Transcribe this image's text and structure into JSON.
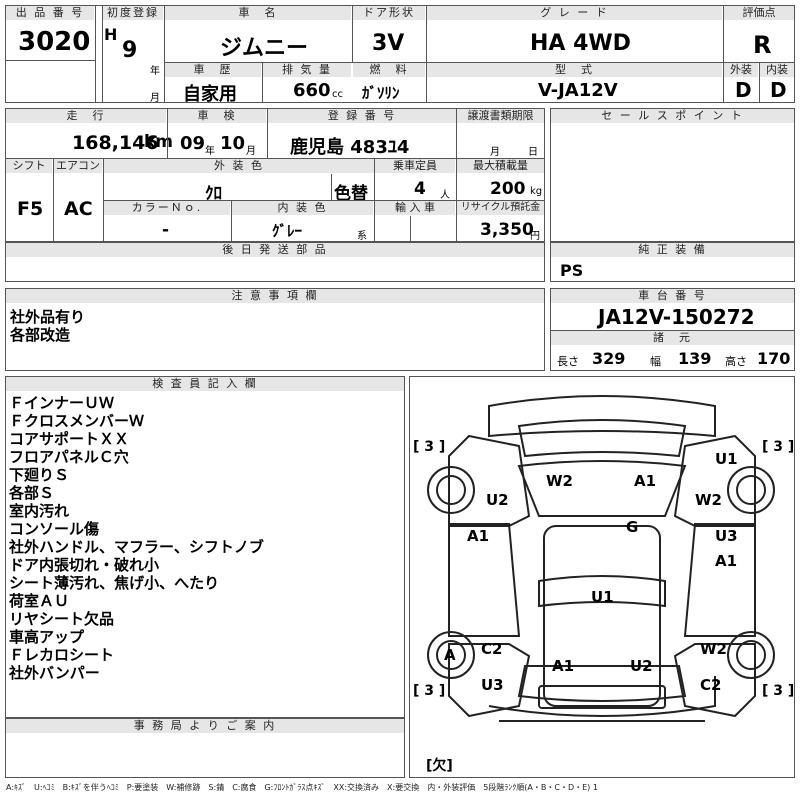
{
  "header": {
    "lot_label": "出 品 番 号",
    "lot": "3020",
    "first_reg_label": "初度登録",
    "era": "H",
    "year": "9",
    "year_unit": "年",
    "month_unit": "月",
    "car_name_label": "車　名",
    "car_name": "ジムニー",
    "door_label": "ドア形状",
    "door": "3V",
    "grade_label": "グ レ ー ド",
    "grade": "HA 4WD",
    "score_label": "評価点",
    "score": "R",
    "history_label": "車　歴",
    "history": "自家用",
    "displacement_label": "排 気 量",
    "displacement": "660",
    "displacement_unit": "cc",
    "fuel_label": "燃　料",
    "fuel": "ｶﾞｿﾘﾝ",
    "model_label": "型　式",
    "model": "V-JA12V",
    "ext_label": "外装",
    "ext": "D",
    "int_label": "内装",
    "int": "D"
  },
  "row2": {
    "mileage_label": "走　行",
    "mileage": "168,146",
    "mileage_unit": "km",
    "inspection_label": "車　検",
    "insp_year": "09",
    "insp_year_unit": "年",
    "insp_month": "10",
    "insp_month_unit": "月",
    "plate_label": "登 録 番 号",
    "plate": "鹿児島 483ﾕ4",
    "transfer_label": "譲渡書類期限",
    "transfer_month": "月",
    "transfer_day": "日",
    "shift_label": "シフト",
    "shift": "F5",
    "ac_label": "エアコン",
    "ac": "AC",
    "ext_color_label": "外 装 色",
    "ext_color": "ｸﾛ",
    "repaint": "色替",
    "capacity_label": "乗車定員",
    "capacity": "4",
    "capacity_unit": "人",
    "load_label": "最大積載量",
    "load": "200",
    "load_unit": "kg",
    "color_no_label": "カラーＮｏ.",
    "color_no": "-",
    "int_color_label": "内 装 色",
    "int_color": "ｸﾞﾚｰ",
    "int_color_unit": "系",
    "import_label": "輸 入 車",
    "recycle_label": "リサイクル預託金",
    "recycle": "3,350",
    "recycle_unit": "円"
  },
  "sales_point_label": "セ ー ル ス ポ イ ン ト",
  "later_parts_label": "後 日 発 送 部 品",
  "genuine_label": "純 正 装 備",
  "genuine": "PS",
  "notes_label": "注 意 事 項 欄",
  "notes": [
    "社外品有り",
    "各部改造"
  ],
  "chassis_label": "車 台 番 号",
  "chassis": "JA12V-150272",
  "specs_label": "諸　元",
  "length_label": "長さ",
  "length": "329",
  "width_label": "幅",
  "width": "139",
  "height_label": "高さ",
  "height": "170",
  "inspector_label": "検 査 員 記 入 欄",
  "inspector_notes": [
    "ＦインナーＵＷ",
    "ＦクロスメンバーＷ",
    "コアサポートＸＸ",
    "フロアパネルＣ穴",
    "下廻りＳ",
    "各部Ｓ",
    "室内汚れ",
    "コンソール傷",
    "社外ハンドル、マフラー、シフトノブ",
    "ドア内張切れ・破れ小",
    "シート薄汚れ、焦げ小、へたり",
    "荷室ＡＵ",
    "リヤシート欠品",
    "車高アップ",
    "Ｆレカロシート",
    "社外バンパー"
  ],
  "office_label": "事 務 局 よ り ご 案 内",
  "diagram": {
    "marks": {
      "tl": "[ 3 ]",
      "tr": "[ 3 ]",
      "bl": "[ 3 ]",
      "br": "[ 3 ]",
      "bottom": "[欠]"
    },
    "damage": {
      "w2a": "W2",
      "a1a": "A1",
      "u1a": "U1",
      "u2a": "U2",
      "w2b": "W2",
      "g": "G",
      "a1b": "A1",
      "u3a": "U3",
      "a1c": "A1",
      "u1b": "U1",
      "a": "A",
      "c2a": "C2",
      "w2c": "W2",
      "a1d": "A1",
      "u2b": "U2",
      "u3b": "U3",
      "c2b": "C2"
    }
  },
  "legend": "A:ｷｽﾞ　U:ﾍｺﾐ　B:ｷｽﾞを伴うﾍｺﾐ　P:要塗装　W:補修跡　S:錆　C:腐食　G:ﾌﾛﾝﾄｶﾞﾗｽ点ｷｽﾞ　XX:交換済み　X:要交換　内・外装評価　5段階ﾗﾝｸ順(A・B・C・D・E) 1"
}
